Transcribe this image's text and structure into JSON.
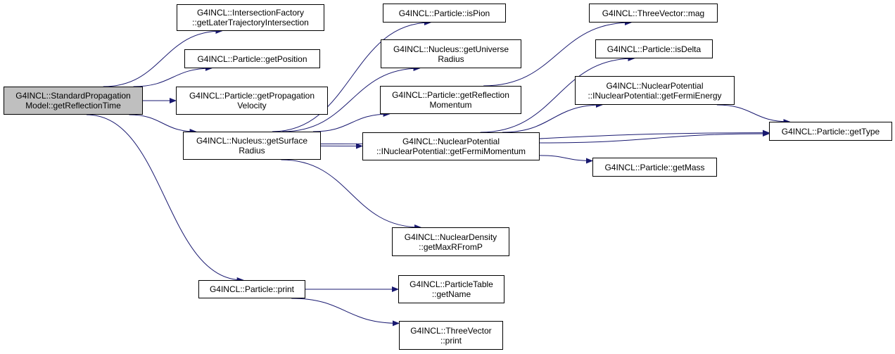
{
  "graph": {
    "colors": {
      "edge": "#191970",
      "root_fill": "#bfbfbf",
      "node_fill": "#ffffff",
      "border": "#000000"
    },
    "nodes": {
      "root": [
        "G4INCL::StandardPropagation",
        "Model::getReflectionTime"
      ],
      "intersection": [
        "G4INCL::IntersectionFactory",
        "::getLaterTrajectoryIntersection"
      ],
      "getposition": [
        "G4INCL::Particle::getPosition"
      ],
      "getpropvel": [
        "G4INCL::Particle::getPropagation",
        "Velocity"
      ],
      "getsurface": [
        "G4INCL::Nucleus::getSurface",
        "Radius"
      ],
      "print": [
        "G4INCL::Particle::print"
      ],
      "ispion": [
        "G4INCL::Particle::isPion"
      ],
      "getuniverse": [
        "G4INCL::Nucleus::getUniverse",
        "Radius"
      ],
      "getreflmom": [
        "G4INCL::Particle::getReflection",
        "Momentum"
      ],
      "fermimom": [
        "G4INCL::NuclearPotential",
        "::INuclearPotential::getFermiMomentum"
      ],
      "maxr": [
        "G4INCL::NuclearDensity",
        "::getMaxRFromP"
      ],
      "getname": [
        "G4INCL::ParticleTable",
        "::getName"
      ],
      "tvprint": [
        "G4INCL::ThreeVector",
        "::print"
      ],
      "mag": [
        "G4INCL::ThreeVector::mag"
      ],
      "isdelta": [
        "G4INCL::Particle::isDelta"
      ],
      "fermienergy": [
        "G4INCL::NuclearPotential",
        "::INuclearPotential::getFermiEnergy"
      ],
      "getmass": [
        "G4INCL::Particle::getMass"
      ],
      "gettype": [
        "G4INCL::Particle::getType"
      ]
    },
    "edges": [
      [
        "root",
        "intersection"
      ],
      [
        "root",
        "getposition"
      ],
      [
        "root",
        "getpropvel"
      ],
      [
        "root",
        "getsurface"
      ],
      [
        "root",
        "print"
      ],
      [
        "getsurface",
        "ispion"
      ],
      [
        "getsurface",
        "getuniverse"
      ],
      [
        "getsurface",
        "getreflmom"
      ],
      [
        "getsurface",
        "fermimom"
      ],
      [
        "getsurface",
        "maxr"
      ],
      [
        "getsurface",
        "gettype"
      ],
      [
        "getreflmom",
        "mag"
      ],
      [
        "fermimom",
        "isdelta"
      ],
      [
        "fermimom",
        "fermienergy"
      ],
      [
        "fermimom",
        "getmass"
      ],
      [
        "fermimom",
        "gettype"
      ],
      [
        "fermienergy",
        "gettype"
      ],
      [
        "print",
        "getname"
      ],
      [
        "print",
        "tvprint"
      ]
    ]
  }
}
